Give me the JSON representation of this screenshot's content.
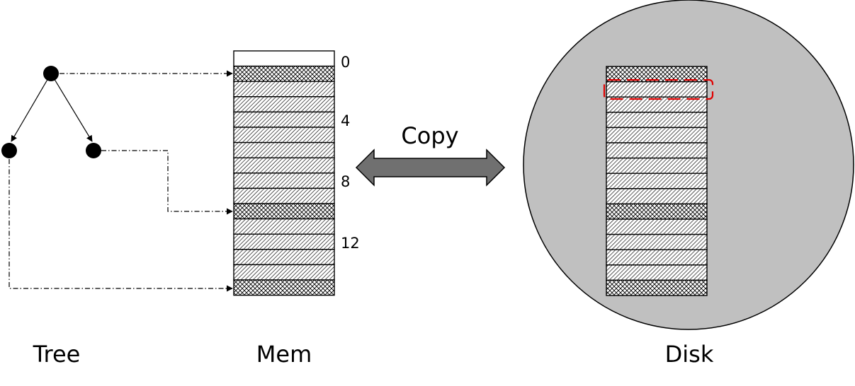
{
  "labels": {
    "tree": "Tree",
    "mem": "Mem",
    "disk": "Disk",
    "copy": "Copy"
  },
  "memory": {
    "slot_count": 16,
    "tick_labels": [
      "0",
      "4",
      "8",
      "12"
    ],
    "slot_patterns": [
      "empty",
      "cross",
      "diag",
      "diag",
      "diag",
      "diag",
      "diag",
      "diag",
      "diag",
      "diag",
      "cross",
      "diag",
      "diag",
      "diag",
      "diag",
      "cross"
    ]
  },
  "disk": {
    "slot_count": 15,
    "slot_patterns": [
      "cross",
      "diag",
      "diag",
      "diag",
      "diag",
      "diag",
      "diag",
      "diag",
      "diag",
      "cross",
      "diag",
      "diag",
      "diag",
      "diag",
      "cross"
    ],
    "highlight_slot": 1
  },
  "colors": {
    "disk_fill": "#c0c0c0",
    "arrow_fill": "#707070",
    "highlight": "#e00000"
  }
}
